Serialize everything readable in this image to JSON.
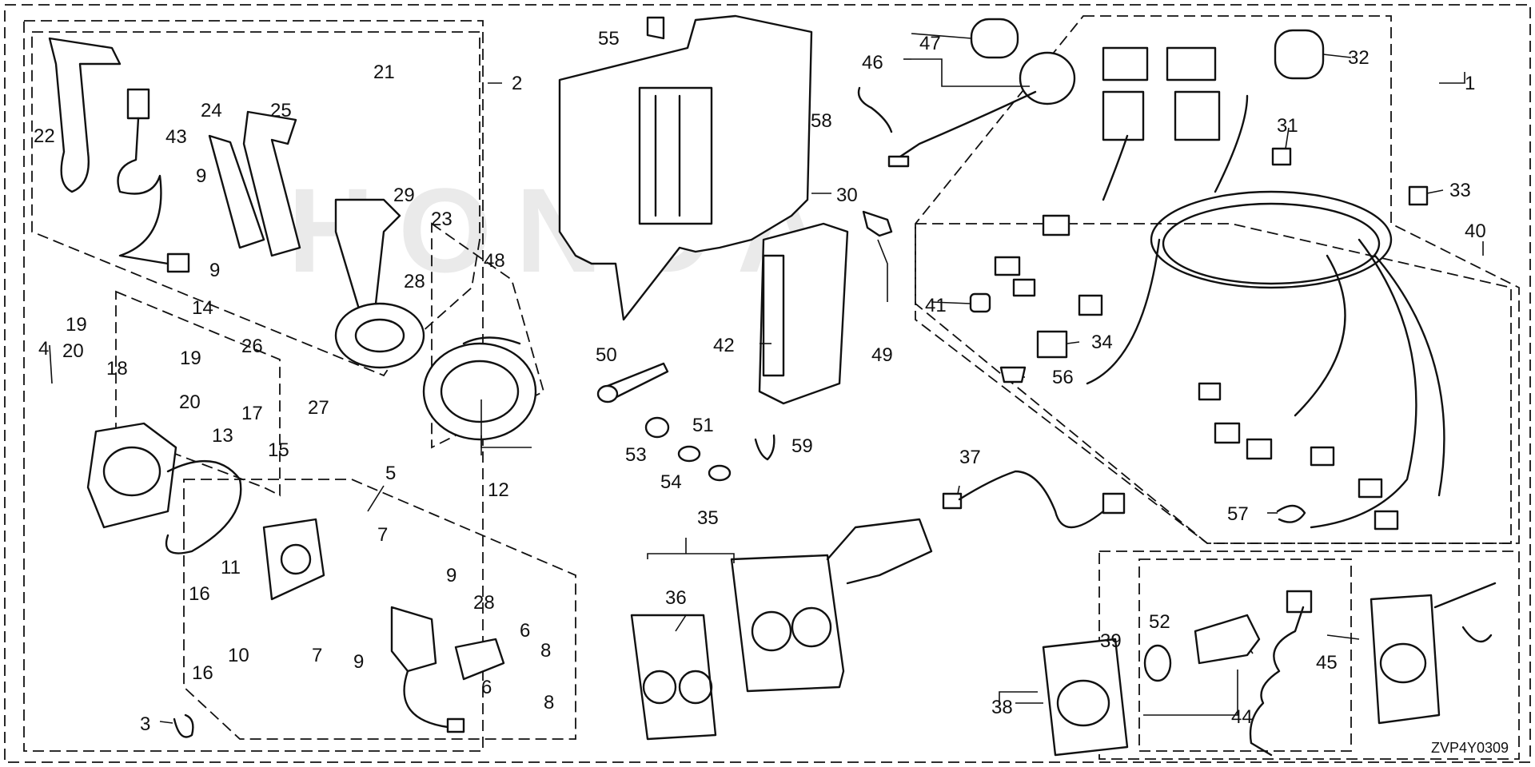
{
  "diagram_code": "ZVP4Y0309",
  "watermark": "HONDA",
  "callouts": {
    "c1": "1",
    "c2": "2",
    "c3": "3",
    "c4": "4",
    "c5": "5",
    "c6": "6",
    "c7": "7",
    "c8": "8",
    "c9": "9",
    "c10": "10",
    "c11": "11",
    "c12": "12",
    "c13": "13",
    "c14": "14",
    "c15": "15",
    "c16": "16",
    "c17": "17",
    "c18": "18",
    "c19": "19",
    "c20": "20",
    "c21": "21",
    "c22": "22",
    "c23": "23",
    "c24": "24",
    "c25": "25",
    "c26": "26",
    "c27": "27",
    "c28": "28",
    "c29": "29",
    "c30": "30",
    "c31": "31",
    "c32": "32",
    "c33": "33",
    "c34": "34",
    "c35": "35",
    "c36": "36",
    "c37": "37",
    "c38": "38",
    "c39": "39",
    "c40": "40",
    "c41": "41",
    "c42": "42",
    "c43": "43",
    "c44": "44",
    "c45": "45",
    "c46": "46",
    "c47": "47",
    "c48": "48",
    "c49": "49",
    "c50": "50",
    "c51": "51",
    "c52": "52",
    "c53": "53",
    "c54": "54",
    "c55": "55",
    "c56": "56",
    "c57": "57",
    "c58": "58",
    "c59": "59"
  }
}
